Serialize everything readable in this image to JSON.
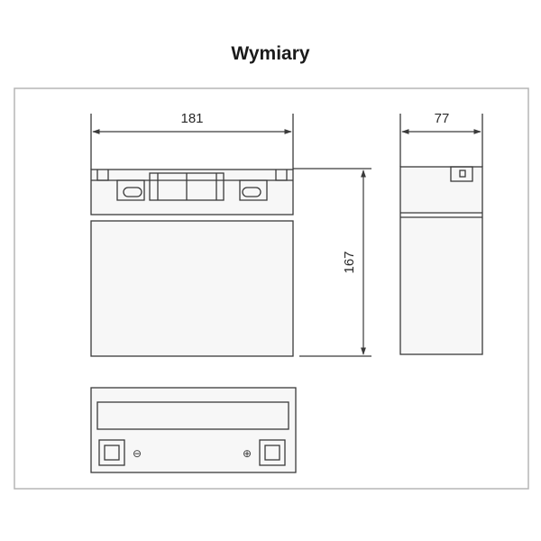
{
  "title": "Wymiary",
  "dimensions": {
    "length": "181",
    "width": "77",
    "height": "167"
  },
  "terminals": {
    "left_symbol": "⊖",
    "right_symbol": "⊕"
  },
  "colors": {
    "line": "#3a3a3a",
    "frame": "#b5b5b5",
    "fill": "#f7f7f7"
  }
}
